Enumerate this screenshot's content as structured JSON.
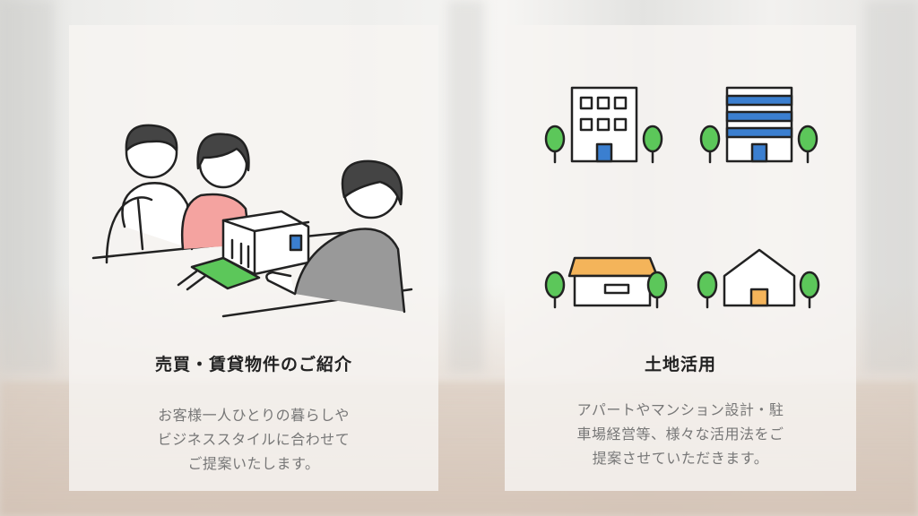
{
  "cards": [
    {
      "title": "売買・賃貸物件のご紹介",
      "description": [
        "お客様一人ひとりの暮らしや",
        "ビジネススタイルに合わせて",
        "ご提案いたします。"
      ],
      "illustration": "consultation-illustration"
    },
    {
      "title": "土地活用",
      "description": [
        "アパートやマンション設計・駐",
        "車場経営等、様々な活用法をご",
        "提案させていただきます。"
      ],
      "illustration": "buildings-illustration"
    }
  ],
  "colors": {
    "accent_blue": "#3b7fd0",
    "accent_green": "#5cc75a",
    "accent_orange": "#f4b45a",
    "ink": "#222222",
    "text_gray": "#777777"
  }
}
